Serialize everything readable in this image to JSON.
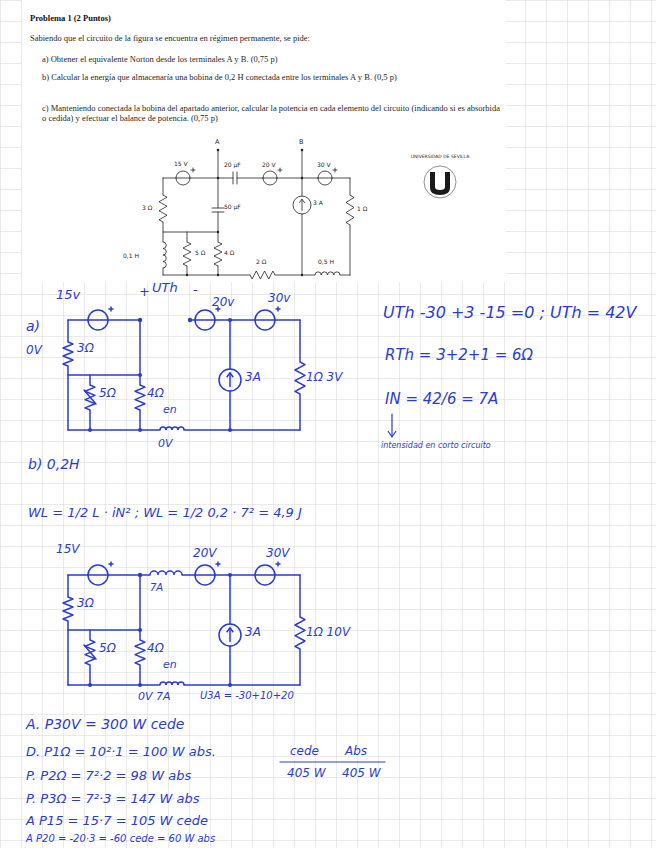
{
  "diagram": {
    "title": "Problema 1 (2 Puntos)",
    "labels": [
      "Sabiendo que el circuito de la figura se encuentra en régimen permanente, se pide:",
      "a) Obtener el equivalente Norton desde los terminales A y B. (0,75 p)",
      "b) Calcular la energía que almacenaría una bobina de 0,2 H conectada entre los terminales A y B. (0,5 p)",
      "c) Manteniendo conectada la bobina del apartado anterior, calcular la potencia en cada elemento del circuito (indicando si es absorbida o cedida) y efectuar el balance de potencia. (0,75 p)",
      "A",
      "B",
      "15 V",
      "20 µF",
      "20 V",
      "30 V",
      "3 Ω",
      "50 µF",
      "3 A",
      "1 Ω",
      "0,1 H",
      "5 Ω",
      "4 Ω",
      "2 Ω",
      "0,5 H",
      "UNIVERSIDAD DE SEVILLA",
      "15v",
      "+",
      "UTh",
      "-",
      "20v",
      "30v",
      "a)",
      "0V",
      "3Ω",
      "5Ω",
      "4Ω",
      "3A",
      "1Ω 3V",
      "en",
      "0V",
      "UTh -30 +3 -15 =0 ; UTh = 42V",
      "RTh = 3+2+1 = 6Ω",
      "IN = 42/6 = 7A",
      "intensidad en corto circuito",
      "b) 0,2H",
      "WL = 1/2 L · iN² ; WL = 1/2 0,2 · 7² = 4,9 J",
      "15V",
      "7A",
      "30V",
      "20V",
      "3Ω",
      "3A",
      "1Ω 10V",
      "5Ω",
      "4Ω",
      "en",
      "U3A = -30+10+20",
      "0V 7A",
      "A. P30V = 300 W cede",
      "D. P1Ω = 10²·1 = 100 W abs.",
      "P. P2Ω = 7²·2 = 98 W abs",
      "P. P3Ω = 7²·3 = 147 W abs",
      "A P15 = 15·7 = 105 W cede",
      "A P20 = -20·3 = -60 cede = 60 W abs",
      "cede",
      "Abs",
      "405 W",
      "405 W"
    ]
  }
}
